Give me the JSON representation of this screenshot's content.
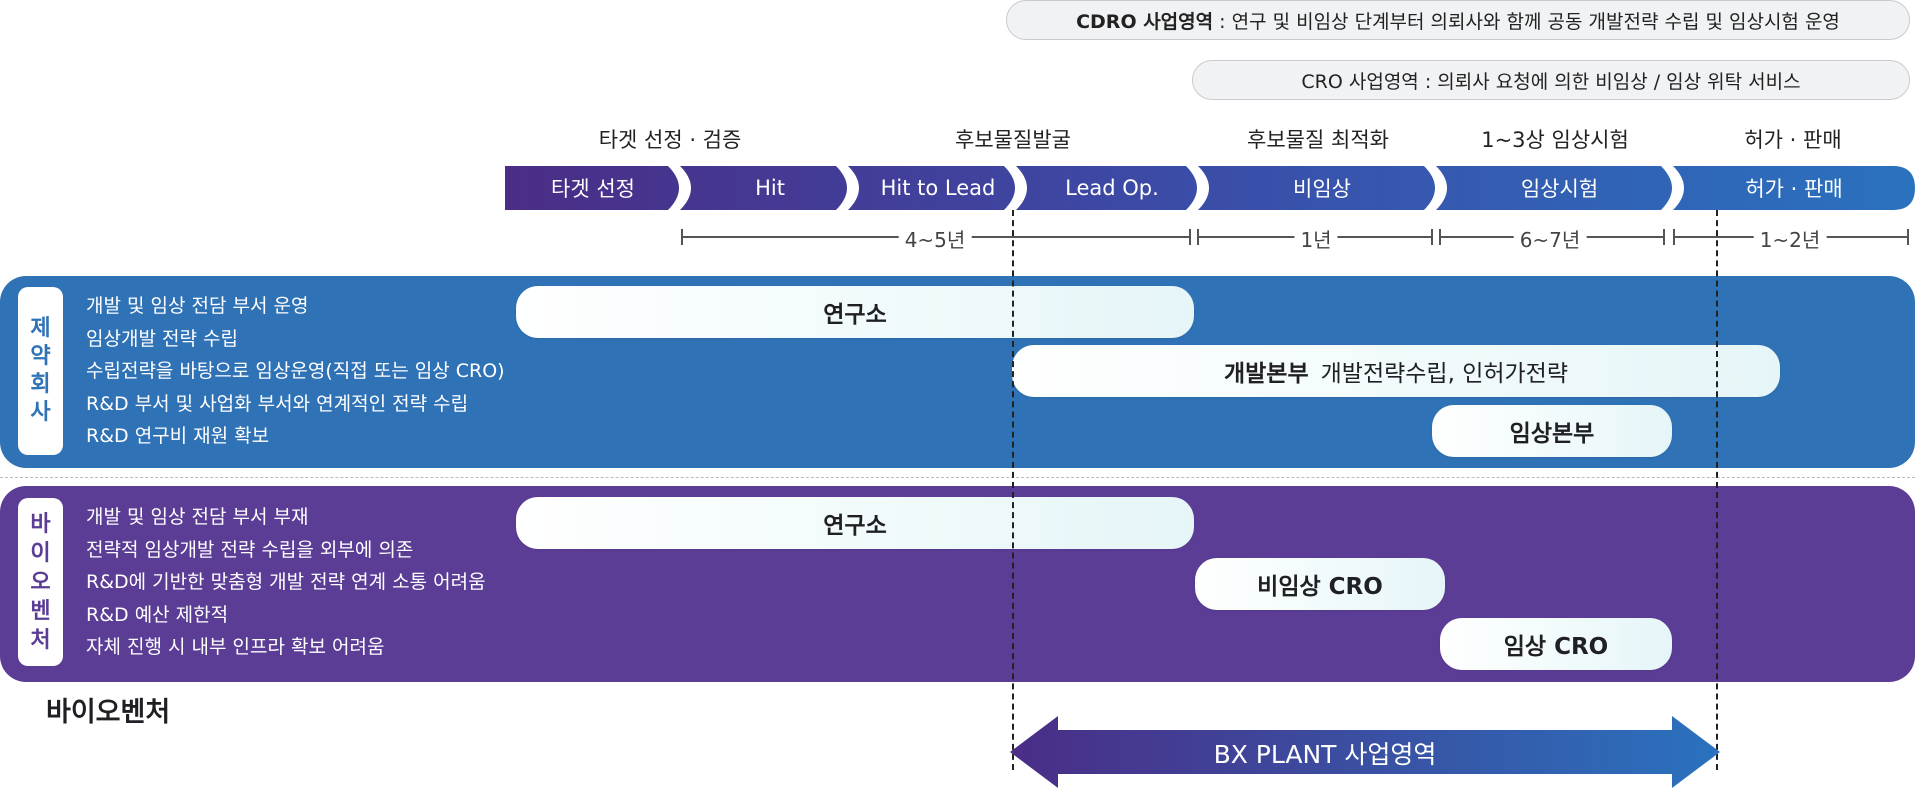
{
  "scope": {
    "cdro": {
      "title": "CDRO 사업영역",
      "desc": ": 연구 및 비임상 단계부터 의뢰사와 함께 공동 개발전략 수립 및 임상시험 운영"
    },
    "cro": {
      "text": "CRO 사업영역 : 의뢰사 요청에 의한 비임상 / 임상 위탁 서비스"
    }
  },
  "phases": [
    "타겟 선정 · 검증",
    "후보물질발굴",
    "후보물질 최적화",
    "1~3상 임상시험",
    "허가 · 판매"
  ],
  "stages": [
    "타겟 선정",
    "Hit",
    "Hit to Lead",
    "Lead Op.",
    "비임상",
    "임상시험",
    "허가 · 판매"
  ],
  "durations": [
    "4~5년",
    "1년",
    "6~7년",
    "1~2년"
  ],
  "pharma": {
    "tag": [
      "제",
      "약",
      "회",
      "사"
    ],
    "items": [
      "개발 및 임상 전담 부서 운영",
      "임상개발 전략 수립",
      "수립전략을 바탕으로 임상운영(직접 또는 임상 CRO)",
      "R&D 부서 및 사업화 부서와 연계적인 전략 수립",
      "R&D 연구비 재원 확보"
    ],
    "roles": {
      "lab": "연구소",
      "dev": "개발본부",
      "dev_sub": "개발전략수립, 인허가전략",
      "clinical": "임상본부"
    }
  },
  "venture": {
    "tag": [
      "바",
      "이",
      "오",
      "벤",
      "처"
    ],
    "items": [
      "개발 및 임상 전담 부서 부재",
      "전략적 임상개발 전략 수립을 외부에 의존",
      "R&D에 기반한 맞춤형 개발 전략 연계 소통 어려움",
      "R&D 예산 제한적",
      "자체 진행 시 내부 인프라 확보 어려움"
    ],
    "roles": {
      "lab": "연구소",
      "nonclinical_cro": "비임상 CRO",
      "clinical_cro": "임상 CRO"
    }
  },
  "bottom_label": "바이오벤처",
  "bx_plant": "BX PLANT 사업영역",
  "colors": {
    "pharma_band": "#2f72b6",
    "venture_band": "#5b3d96",
    "stage_start": "#4a2d86",
    "stage_end": "#2a72be"
  }
}
